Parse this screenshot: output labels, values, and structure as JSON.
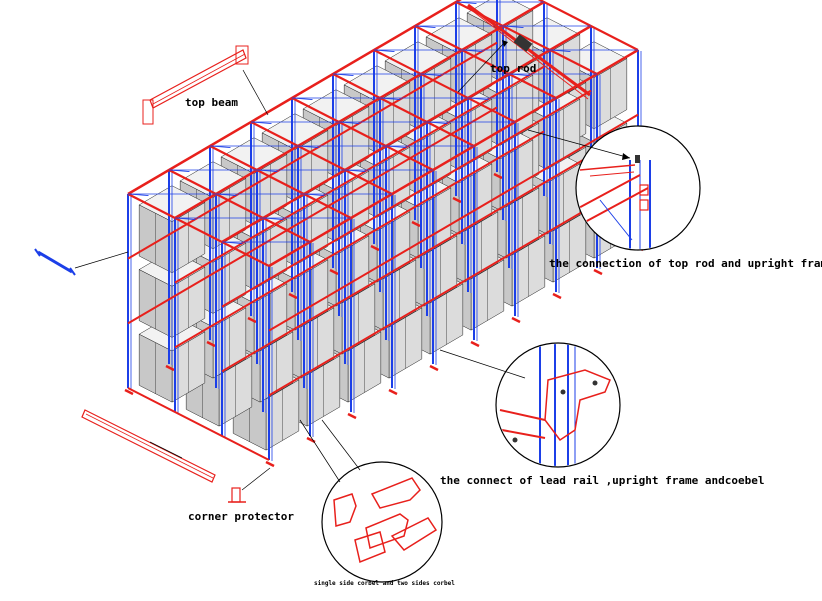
{
  "labels": {
    "top_beam": "top beam",
    "top_rod": "top rod",
    "connection_top_rod": "the connection of top rod and upright frame",
    "connect_lead_rail": "the connect of lead rail ,upright frame andcoebel",
    "corner_protector": "corner protector",
    "corbel": "single side corbel and two sides corbel"
  },
  "colors": {
    "beam": "#e8201c",
    "upright": "#1c3fe8",
    "pallet": "#222222"
  }
}
